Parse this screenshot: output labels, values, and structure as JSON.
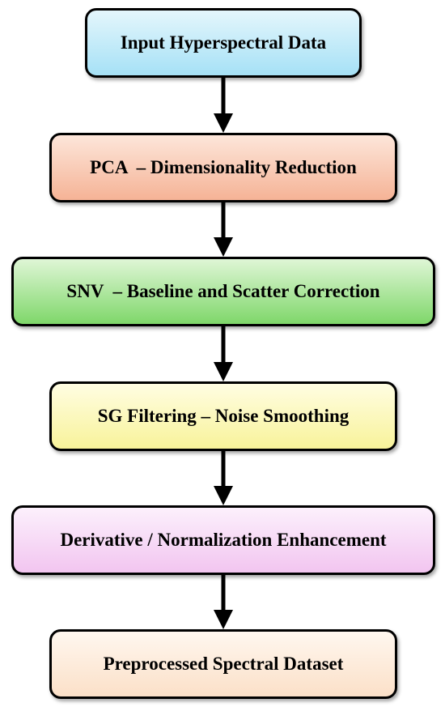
{
  "flowchart": {
    "steps": [
      {
        "label": "Input Hyperspectral Data",
        "fill_top": "#e4f6fc",
        "fill_bottom": "#a6e1f6"
      },
      {
        "label": "PCA  – Dimensionality Reduction",
        "fill_top": "#fde6da",
        "fill_bottom": "#f5b396"
      },
      {
        "label": "SNV  – Baseline and Scatter Correction",
        "fill_top": "#dff6d6",
        "fill_bottom": "#7fd76a"
      },
      {
        "label": "SG Filtering – Noise Smoothing",
        "fill_top": "#fffde2",
        "fill_bottom": "#f8f39a"
      },
      {
        "label": "Derivative / Normalization Enhancement",
        "fill_top": "#fcf0fc",
        "fill_bottom": "#f2c5f0"
      },
      {
        "label": "Preprocessed Spectral Dataset",
        "fill_top": "#fff7ef",
        "fill_bottom": "#fbe0c8"
      }
    ],
    "arrow_color": "#000000",
    "border_color": "#000000"
  }
}
